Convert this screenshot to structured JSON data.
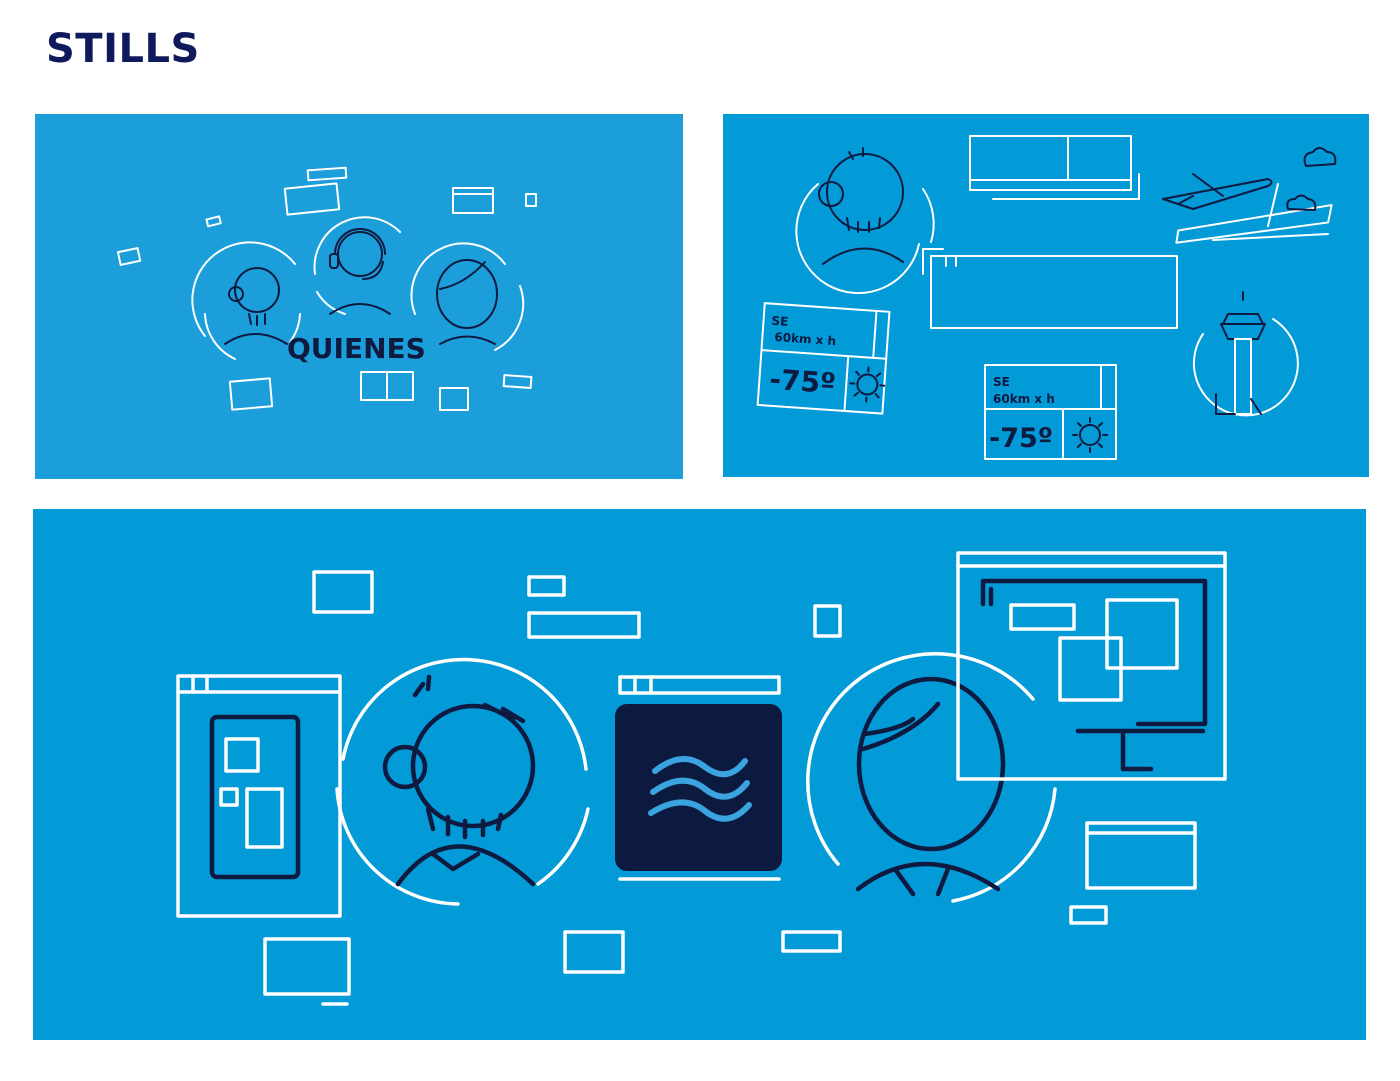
{
  "page": {
    "title": "STILLS"
  },
  "colors": {
    "title": "#0f1a5c",
    "panel_light": "#1b9ed9",
    "panel": "#039ad8",
    "line_white": "#ffffff",
    "line_dark": "#0e1a40",
    "logo_bg": "#0d1a3f",
    "logo_wave": "#3aa3e0"
  },
  "still_1": {
    "heading": "QUIENES"
  },
  "still_2": {
    "weather_card_1": {
      "wind_direction": "SE",
      "wind_speed": "60km x h",
      "temperature": "-75º"
    },
    "weather_card_2": {
      "wind_direction": "SE",
      "wind_speed": "60km x h",
      "temperature": "-75º"
    }
  },
  "icons": [
    "person-icon",
    "headset-person-icon",
    "woman-icon",
    "airplane-icon",
    "cloud-icon",
    "sun-icon",
    "control-tower-icon",
    "monitor-icon",
    "phone-icon",
    "wave-logo-icon"
  ]
}
